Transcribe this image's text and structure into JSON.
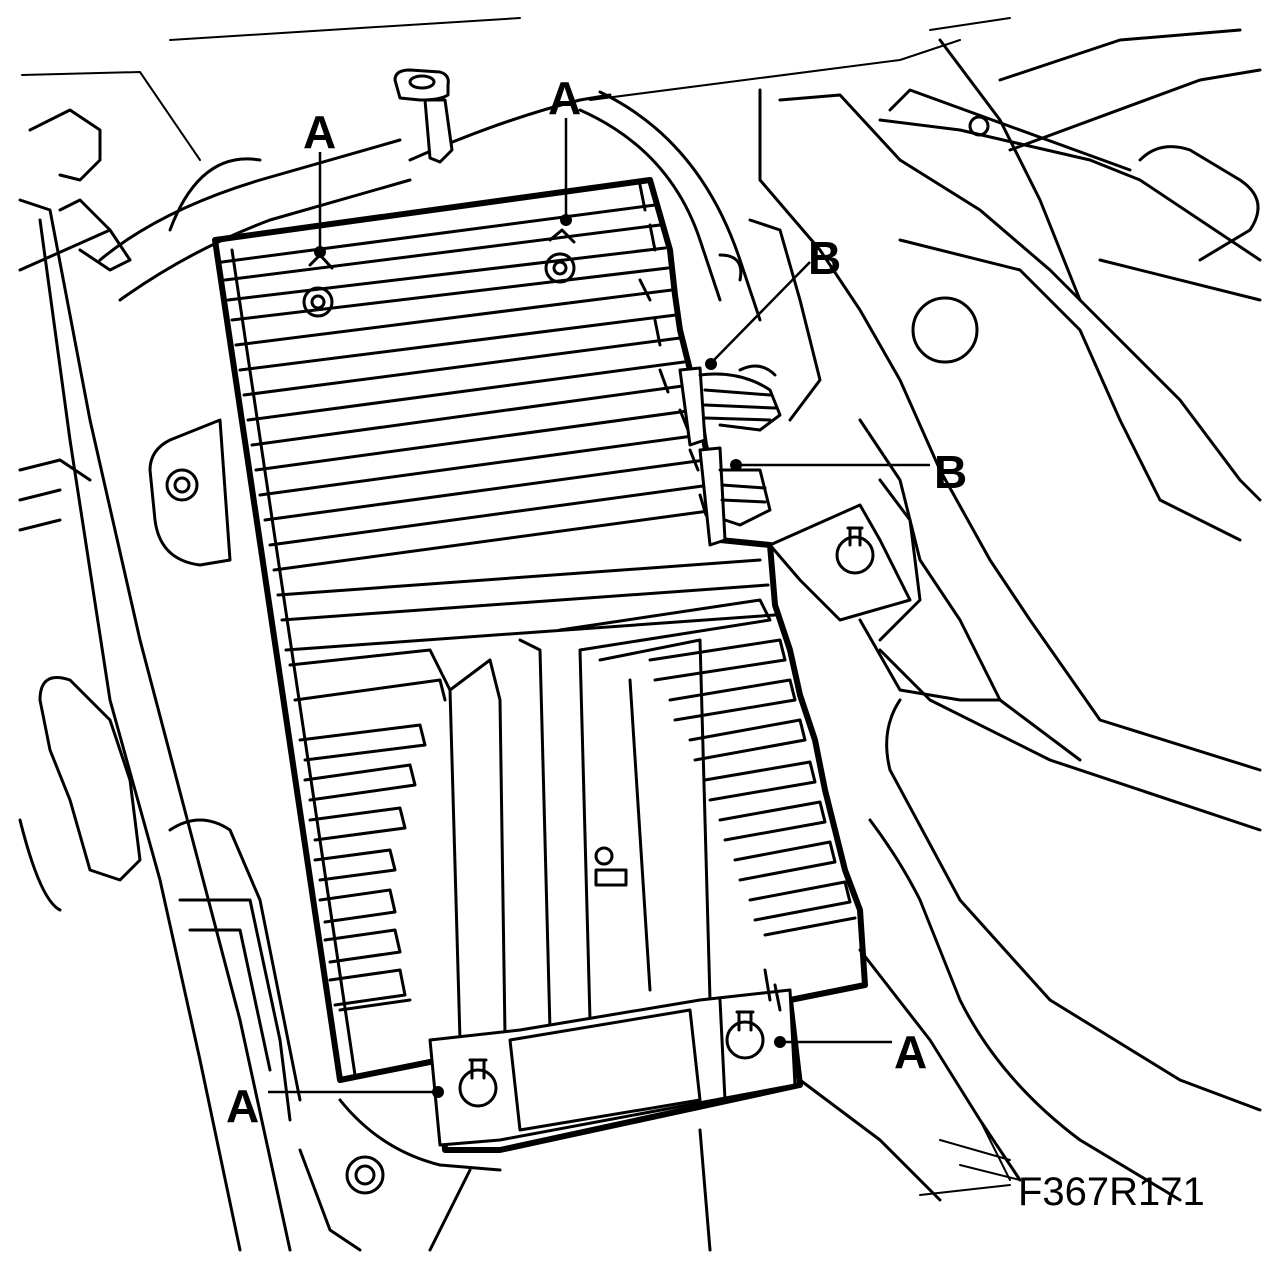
{
  "callouts": {
    "a_top_left": "A",
    "a_top_mid": "A",
    "b_upper": "B",
    "b_lower": "B",
    "a_bottom_left": "A",
    "a_bottom_right": "A"
  },
  "figure_id": "F367R171"
}
